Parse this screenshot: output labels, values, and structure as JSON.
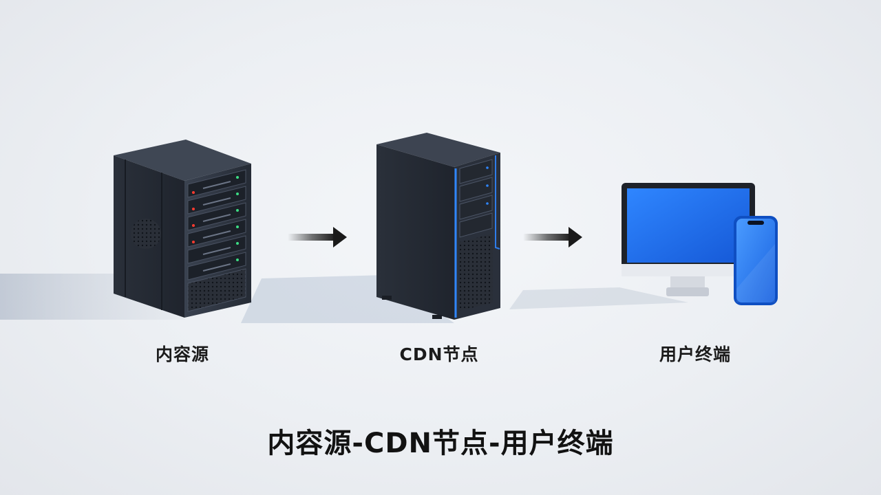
{
  "nodes": [
    {
      "label": "内容源",
      "icon": "server-rack-icon"
    },
    {
      "label": "CDN节点",
      "icon": "tower-server-icon"
    },
    {
      "label": "用户终端",
      "icon": "monitor-phone-icon"
    }
  ],
  "title": "内容源-CDN节点-用户终端",
  "colors": {
    "device_dark": "#2b313c",
    "accent_blue": "#2f86ff",
    "screen_blue": "#1f74f0",
    "text": "#151515"
  }
}
